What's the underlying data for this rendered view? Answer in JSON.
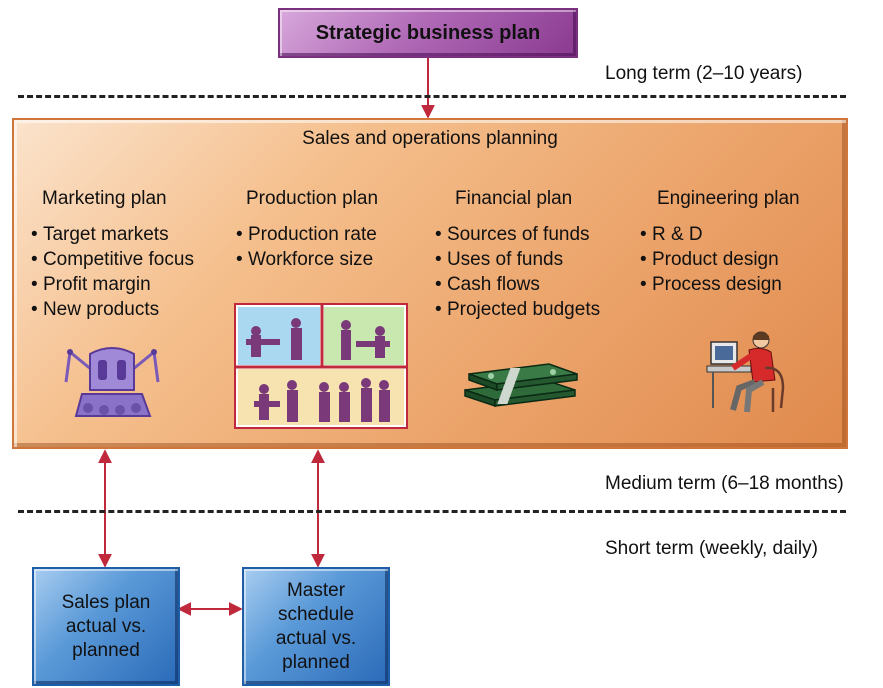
{
  "top_box": {
    "label": "Strategic business plan"
  },
  "terms": {
    "long": "Long term (2–10 years)",
    "medium": "Medium term (6–18 months)",
    "short": "Short term (weekly, daily)"
  },
  "sop": {
    "title": "Sales and operations planning",
    "columns": [
      {
        "heading": "Marketing plan",
        "items": [
          "Target markets",
          "Competitive focus",
          "Profit margin",
          "New products"
        ],
        "icon": "robot-icon"
      },
      {
        "heading": "Production plan",
        "items": [
          "Production rate",
          "Workforce size"
        ],
        "icon": "workers-icon"
      },
      {
        "heading": "Financial plan",
        "items": [
          "Sources of funds",
          "Uses of funds",
          "Cash flows",
          "Projected budgets"
        ],
        "icon": "money-stack-icon"
      },
      {
        "heading": "Engineering plan",
        "items": [
          "R & D",
          "Product design",
          "Process design"
        ],
        "icon": "engineer-at-computer-icon"
      }
    ]
  },
  "bottom_boxes": {
    "sales": [
      "Sales plan",
      "actual vs.",
      "planned"
    ],
    "master": [
      "Master",
      "schedule",
      "actual vs.",
      "planned"
    ]
  },
  "colors": {
    "arrow": "#c0283c",
    "top_box": "#a04aa6",
    "sop_panel": "#eba36a",
    "bottom_box": "#3a7cc8"
  }
}
